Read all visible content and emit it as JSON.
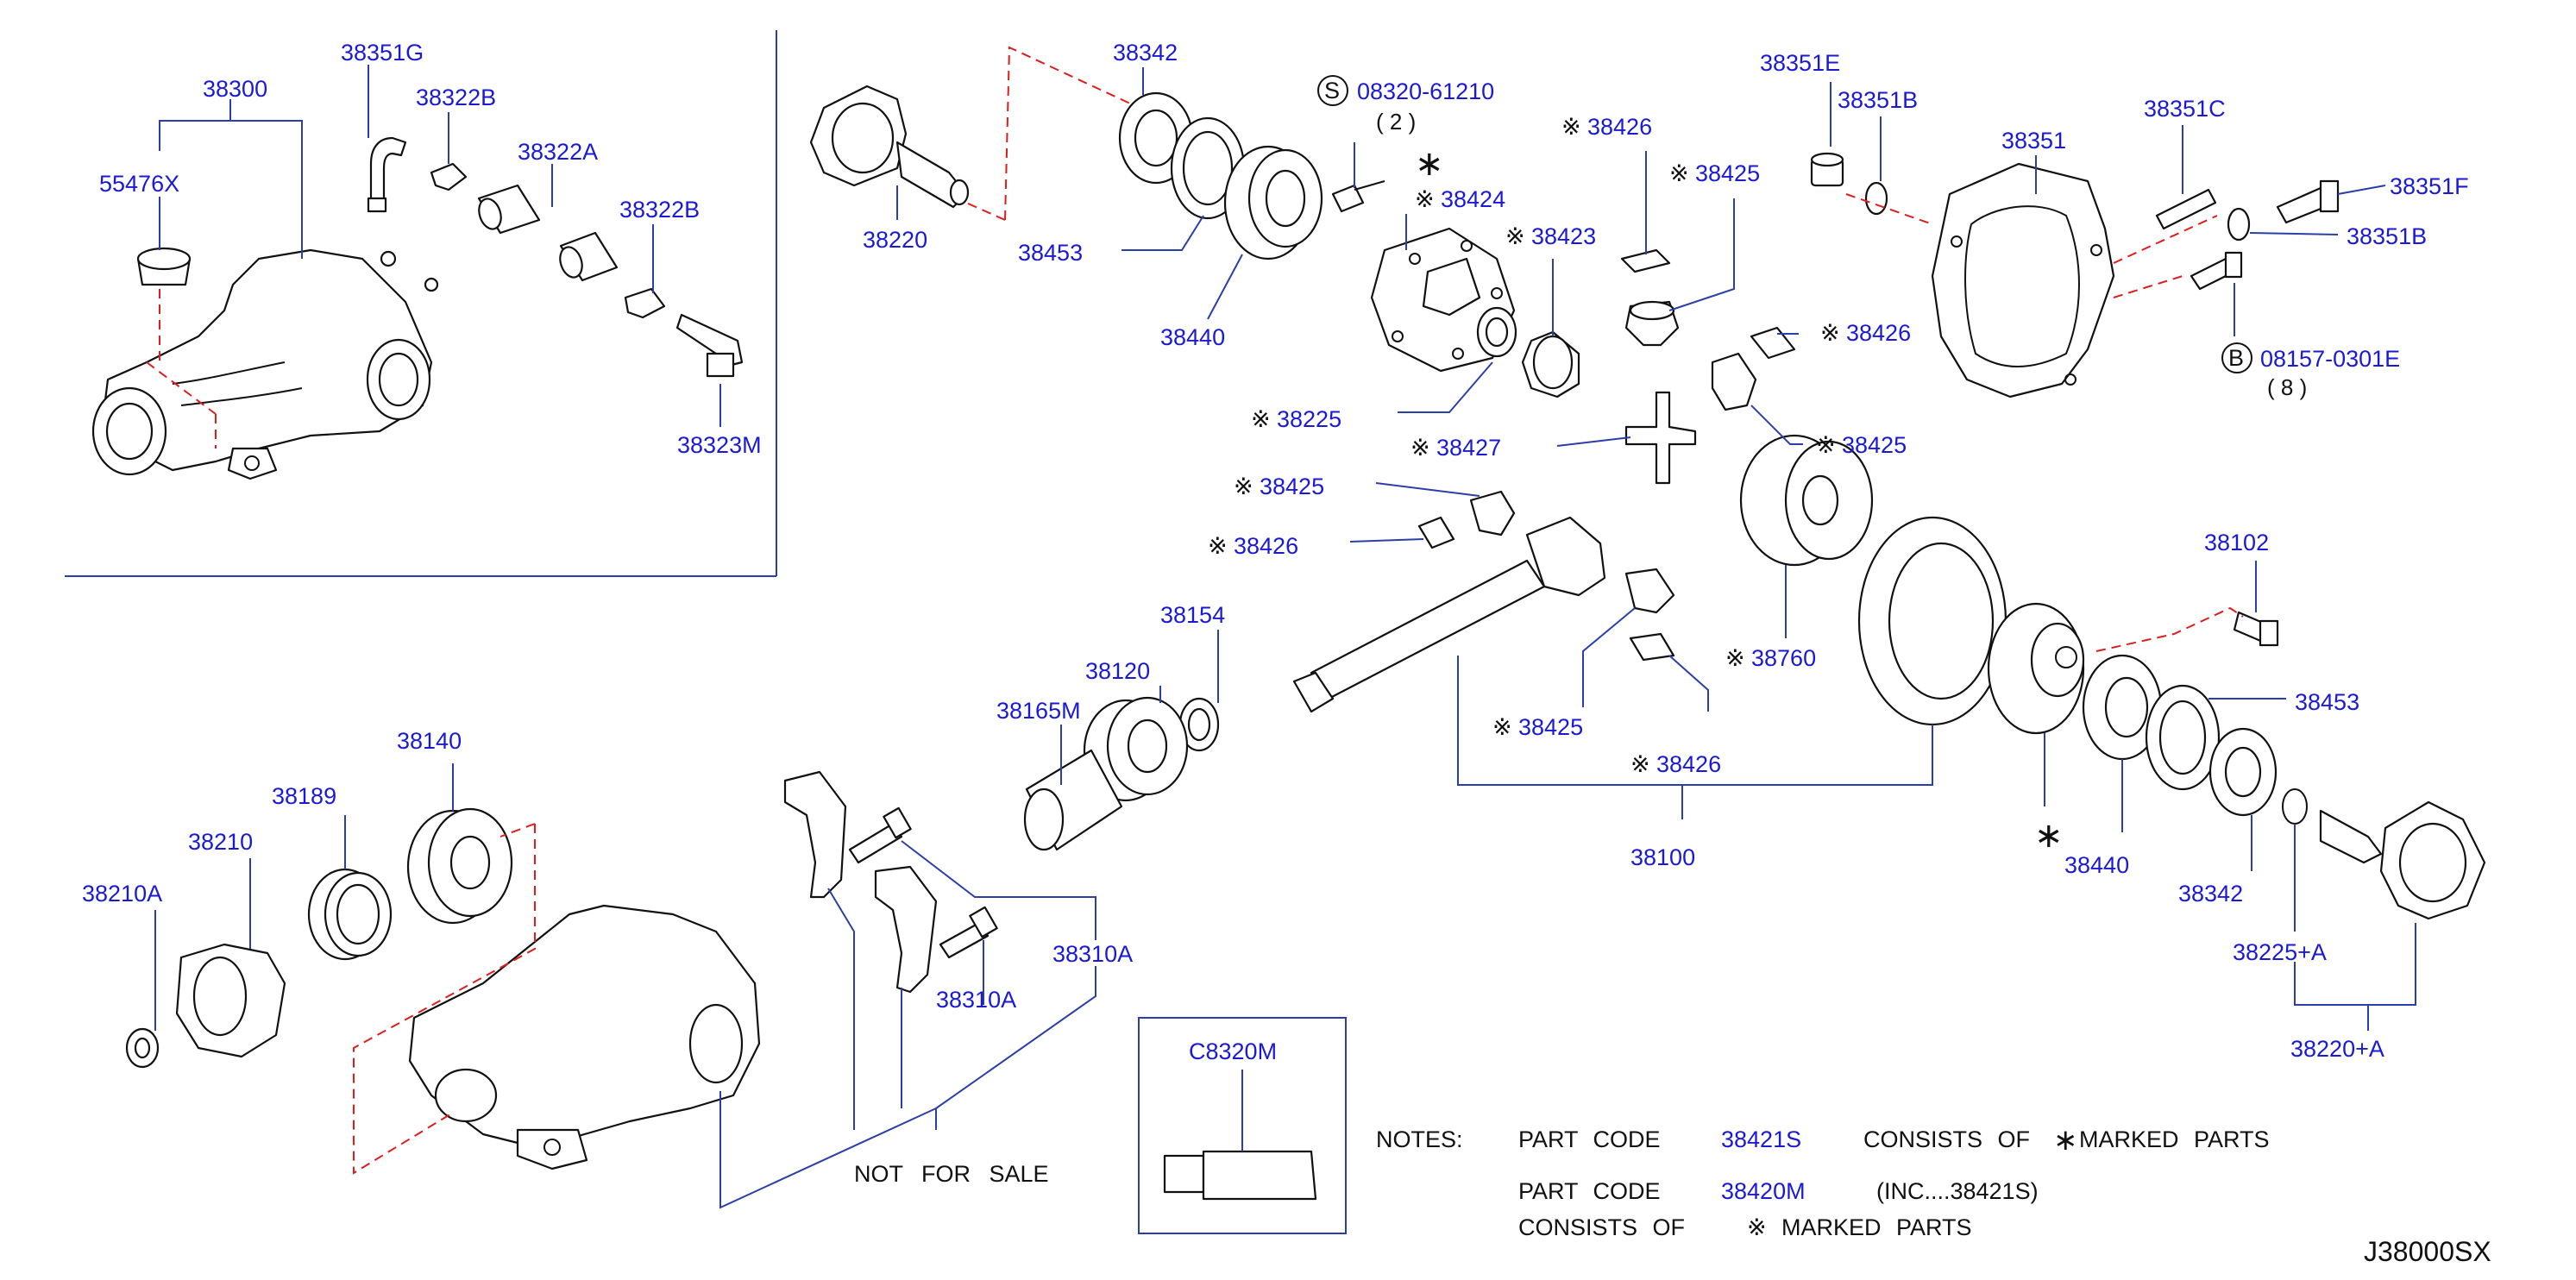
{
  "diagram": {
    "code": "J38000SX",
    "labels": [
      {
        "id": "l38300",
        "text": "38300"
      },
      {
        "id": "l38351G",
        "text": "38351G"
      },
      {
        "id": "l55476X",
        "text": "55476X"
      },
      {
        "id": "l38322B_1",
        "text": "38322B"
      },
      {
        "id": "l38322A",
        "text": "38322A"
      },
      {
        "id": "l38322B_2",
        "text": "38322B"
      },
      {
        "id": "l38323M",
        "text": "38323M"
      },
      {
        "id": "l38342_top",
        "text": "38342"
      },
      {
        "id": "l38220",
        "text": "38220"
      },
      {
        "id": "l38453_top",
        "text": "38453"
      },
      {
        "id": "l38440_top",
        "text": "38440"
      },
      {
        "id": "l08320",
        "text": "08320-61210"
      },
      {
        "id": "l38424",
        "text": "38424"
      },
      {
        "id": "l38423",
        "text": "38423"
      },
      {
        "id": "l38426_a",
        "text": "38426"
      },
      {
        "id": "l38425_a",
        "text": "38425"
      },
      {
        "id": "l38426_b",
        "text": "38426"
      },
      {
        "id": "l38225",
        "text": "38225"
      },
      {
        "id": "l38427",
        "text": "38427"
      },
      {
        "id": "l38425_b",
        "text": "38425"
      },
      {
        "id": "l38425_c",
        "text": "38425"
      },
      {
        "id": "l38426_c",
        "text": "38426"
      },
      {
        "id": "l38351E",
        "text": "38351E"
      },
      {
        "id": "l38351B_1",
        "text": "38351B"
      },
      {
        "id": "l38351",
        "text": "38351"
      },
      {
        "id": "l38351C",
        "text": "38351C"
      },
      {
        "id": "l38351F",
        "text": "38351F"
      },
      {
        "id": "l38351B_2",
        "text": "38351B"
      },
      {
        "id": "l08157",
        "text": "08157-0301E"
      },
      {
        "id": "l38154",
        "text": "38154"
      },
      {
        "id": "l38120",
        "text": "38120"
      },
      {
        "id": "l38165M",
        "text": "38165M"
      },
      {
        "id": "l38760",
        "text": "38760"
      },
      {
        "id": "l38425_d",
        "text": "38425"
      },
      {
        "id": "l38426_d",
        "text": "38426"
      },
      {
        "id": "l38100",
        "text": "38100"
      },
      {
        "id": "l38102",
        "text": "38102"
      },
      {
        "id": "l38453_bot",
        "text": "38453"
      },
      {
        "id": "l38440_bot",
        "text": "38440"
      },
      {
        "id": "l38342_bot",
        "text": "38342"
      },
      {
        "id": "l38225A",
        "text": "38225+A"
      },
      {
        "id": "l38220A",
        "text": "38220+A"
      },
      {
        "id": "l38140",
        "text": "38140"
      },
      {
        "id": "l38189",
        "text": "38189"
      },
      {
        "id": "l38210",
        "text": "38210"
      },
      {
        "id": "l38210A",
        "text": "38210A"
      },
      {
        "id": "l38310A_1",
        "text": "38310A"
      },
      {
        "id": "l38310A_2",
        "text": "38310A"
      },
      {
        "id": "lC8320M",
        "text": "C8320M"
      }
    ],
    "qty_08320": "( 2 )",
    "qty_08157": "( 8 )",
    "bolt_prefix_s": "S",
    "bolt_prefix_b": "B",
    "star_mark": "∗",
    "ref_mark": "※",
    "not_for_sale": "NOT FOR SALE"
  },
  "notes": {
    "heading": "NOTES:",
    "line1_prefix": "PART CODE",
    "line1_code": "38421S",
    "line1_mid": "CONSISTS OF",
    "line1_suffix": "MARKED PARTS",
    "line2_prefix": "PART CODE",
    "line2_code": "38420M",
    "line2_inc": "(INC....38421S)",
    "line3_prefix": "CONSISTS OF",
    "line3_suffix": "MARKED PARTS"
  },
  "colors": {
    "label": "#1a1ad6",
    "leader": "#2b3fa8",
    "dash": "#e01c1c",
    "ink": "#111111"
  }
}
